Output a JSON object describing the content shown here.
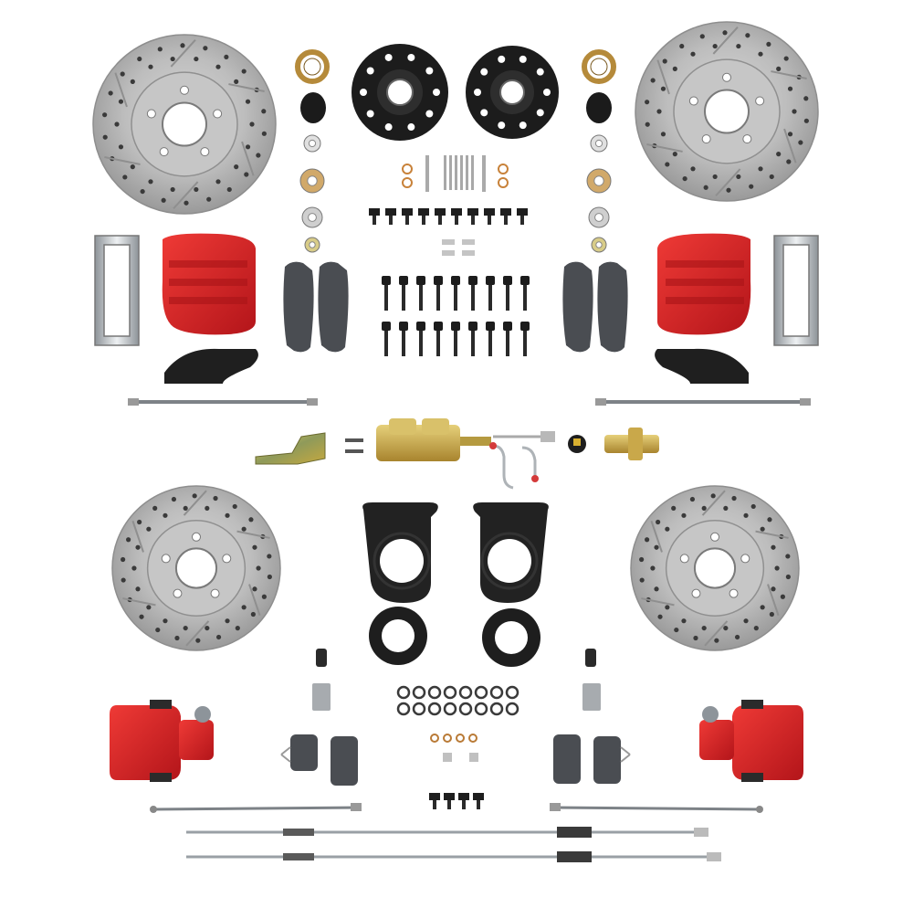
{
  "image": {
    "background": "#ffffff",
    "colors": {
      "rotor": "#b9b9b9",
      "rotor_dark": "#8a8a8a",
      "caliper_red": "#d81e24",
      "black_part": "#1e1e1e",
      "pad": "#4a4d52",
      "zinc": "#c9b44a",
      "steel": "#9ea3a8",
      "brass": "#c8a84a"
    },
    "components": [
      "front-left-rotor",
      "front-right-rotor",
      "rear-left-rotor",
      "rear-right-rotor",
      "front-left-hub",
      "front-right-hub",
      "front-left-caliper",
      "front-right-caliper",
      "rear-left-caliper",
      "rear-right-caliper",
      "master-cylinder",
      "proportioning-valve",
      "brake-pads",
      "rear-brackets",
      "brake-lines",
      "parking-brake-cables"
    ]
  }
}
